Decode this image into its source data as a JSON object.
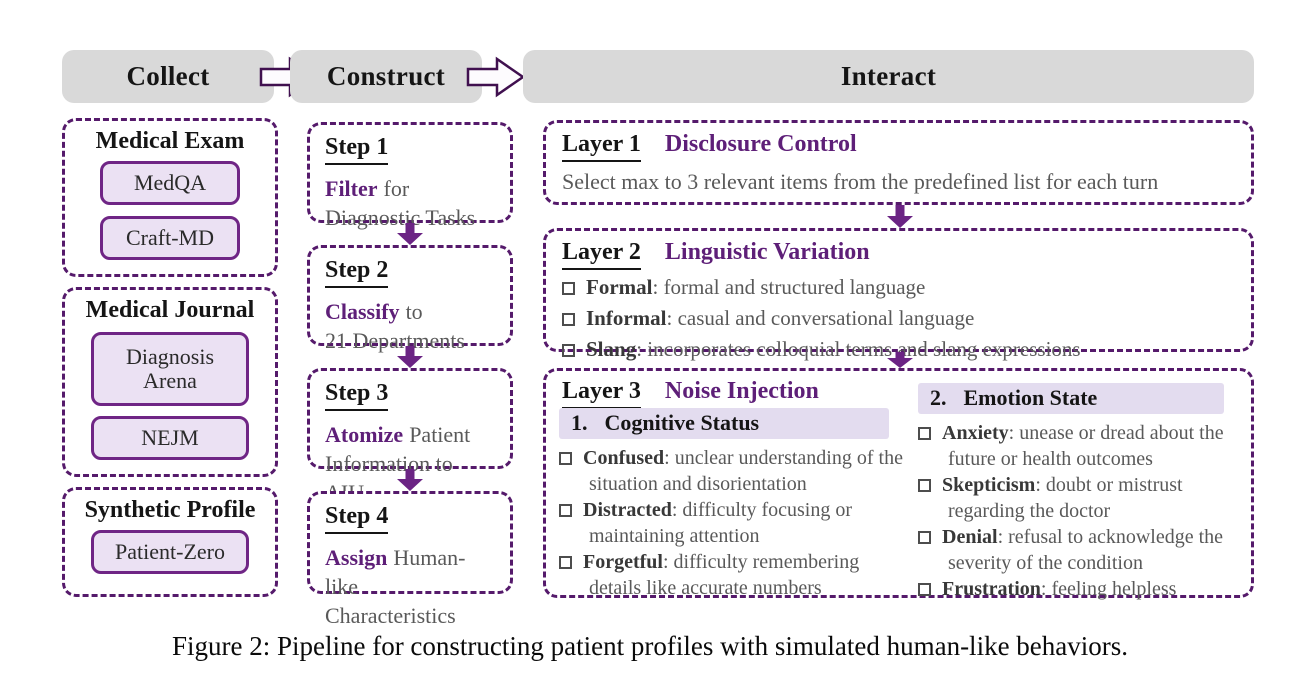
{
  "colors": {
    "accent_purple": "#5e1f78",
    "dashed_border_purple": "#551a6b",
    "arrow_purple": "#6b2484",
    "pill_fill": "#ebe1f3",
    "pill_border": "#6f2585",
    "header_bar_gray": "#d9d9d9",
    "highlight_lavender": "#e3dcef",
    "body_text_gray": "#595959"
  },
  "header": {
    "phases": [
      "Collect",
      "Construct",
      "Interact"
    ]
  },
  "collect": {
    "groups": [
      {
        "title": "Medical Exam",
        "items": [
          "MedQA",
          "Craft-MD"
        ]
      },
      {
        "title": "Medical Journal",
        "items": [
          "Diagnosis Arena",
          "NEJM"
        ]
      },
      {
        "title": "Synthetic Profile",
        "items": [
          "Patient-Zero"
        ]
      }
    ]
  },
  "construct": {
    "steps": [
      {
        "label": "Step 1",
        "keyword": "Filter",
        "text": "for\nDiagnostic Tasks"
      },
      {
        "label": "Step 2",
        "keyword": "Classify",
        "text": "to\n21 Departments"
      },
      {
        "label": "Step 3",
        "keyword": "Atomize",
        "text": "Patient\nInformation to AIU"
      },
      {
        "label": "Step 4",
        "keyword": "Assign",
        "text": "Human-like\nCharacteristics"
      }
    ]
  },
  "interact": {
    "layer1": {
      "label": "Layer 1",
      "title": "Disclosure Control",
      "body": "Select max to 3 relevant items from the predefined list for each turn"
    },
    "layer2": {
      "label": "Layer 2",
      "title": "Linguistic Variation",
      "items": [
        {
          "term": "Formal",
          "desc": ": formal and structured language"
        },
        {
          "term": "Informal",
          "desc": ": casual and conversational language"
        },
        {
          "term": "Slang",
          "desc": ": incorporates colloquial terms and slang expressions"
        }
      ]
    },
    "layer3": {
      "label": "Layer 3",
      "title": "Noise Injection",
      "columns": [
        {
          "number": "1.",
          "heading": "Cognitive Status",
          "items": [
            {
              "term": "Confused",
              "desc": ": unclear understanding of the situation and disorientation"
            },
            {
              "term": "Distracted",
              "desc": ": difficulty focusing or maintaining attention"
            },
            {
              "term": "Forgetful",
              "desc": ": difficulty remembering details like accurate numbers"
            }
          ]
        },
        {
          "number": "2.",
          "heading": "Emotion State",
          "items": [
            {
              "term": "Anxiety",
              "desc": ": unease or dread about the future or health outcomes"
            },
            {
              "term": "Skepticism",
              "desc": ": doubt or mistrust regarding the doctor"
            },
            {
              "term": "Denial",
              "desc": ": refusal to acknowledge the severity of the condition"
            },
            {
              "term": "Frustration",
              "desc": ": feeling helpless"
            }
          ]
        }
      ]
    }
  },
  "caption": "Figure 2: Pipeline for constructing patient profiles with simulated human-like behaviors."
}
